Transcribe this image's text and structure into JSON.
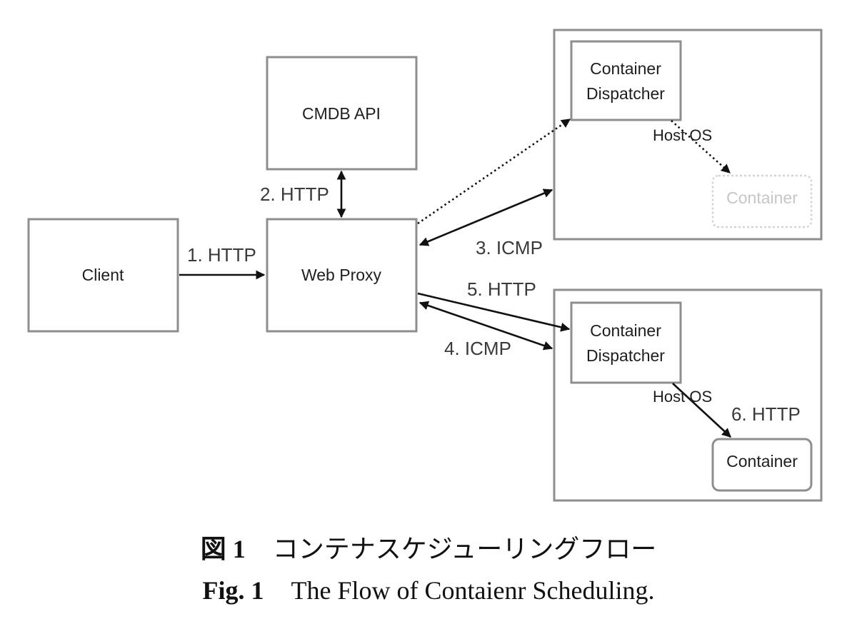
{
  "nodes": {
    "cmdb_api": "CMDB API",
    "client": "Client",
    "web_proxy": "Web Proxy",
    "dispatcher_top_line1": "Container",
    "dispatcher_top_line2": "Dispatcher",
    "dispatcher_bottom_line1": "Container",
    "dispatcher_bottom_line2": "Dispatcher",
    "container_top": "Container",
    "container_bottom": "Container",
    "host_os_top": "Host OS",
    "host_os_bottom": "Host OS"
  },
  "edges": {
    "http_1": "1. HTTP",
    "http_2": "2. HTTP",
    "icmp_3": "3. ICMP",
    "icmp_4": "4. ICMP",
    "http_5": "5. HTTP",
    "http_6": "6. HTTP"
  },
  "caption": {
    "ja_label": "図 1",
    "ja_text": "コンテナスケジューリングフロー",
    "en_label": "Fig. 1",
    "en_text": "The Flow of Contaienr Scheduling."
  }
}
